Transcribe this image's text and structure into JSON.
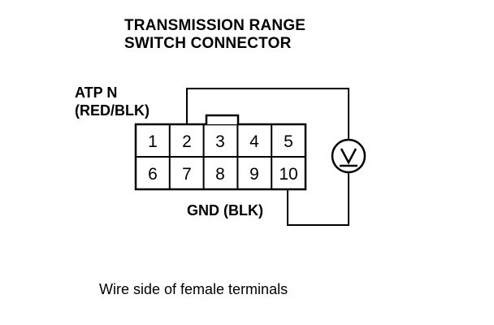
{
  "title": {
    "line1": "TRANSMISSION RANGE",
    "line2": "SWITCH CONNECTOR"
  },
  "atp_label": {
    "line1": "ATP N",
    "line2": "(RED/BLK)"
  },
  "gnd_label": "GND (BLK)",
  "voltmeter_symbol": "V",
  "caption": "Wire side of female terminals",
  "connector": {
    "top_row": [
      "1",
      "2",
      "3",
      "4",
      "5"
    ],
    "bottom_row": [
      "6",
      "7",
      "8",
      "9",
      "10"
    ]
  }
}
